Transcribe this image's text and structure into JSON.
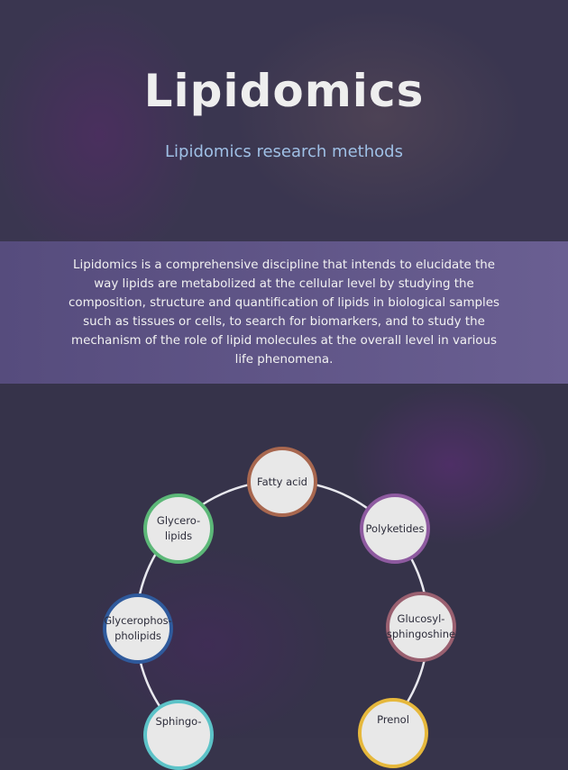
{
  "header": {
    "title": "Lipidomics",
    "subtitle": "Lipidomics research methods"
  },
  "intro": "Lipidomics is a comprehensive discipline that intends to elucidate the way lipids are metabolized at the cellular level by studying the composition, structure and quantification of lipids in biological samples such as tissues or cells, to search for biomarkers, and to study the mechanism of the role of lipid molecules at the overall level in various life phenomena.",
  "cycle": [
    {
      "label": "Fatty acid",
      "color": "#a8674f"
    },
    {
      "label": "Polyketides",
      "color": "#8e5aa0"
    },
    {
      "label": "Glucosyl-\nsphingoshine",
      "color": "#9a6070"
    },
    {
      "label": "Prenol",
      "color": "#e6b83c"
    },
    {
      "label": "Sphingo-",
      "color": "#5cc3c8"
    },
    {
      "label": "Glycerophos-\npholipids",
      "color": "#2f5a9c"
    },
    {
      "label": "Glycero-\nlipids",
      "color": "#5cb878"
    }
  ]
}
